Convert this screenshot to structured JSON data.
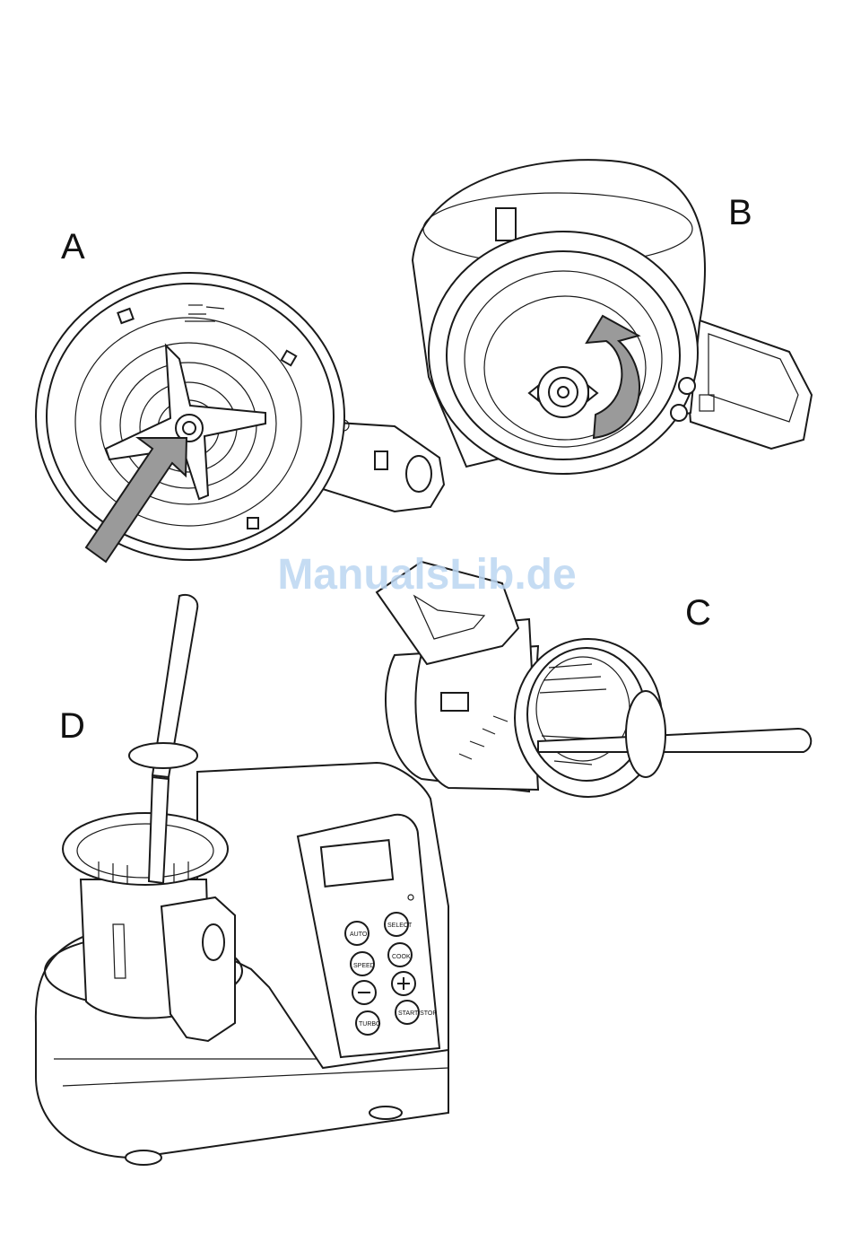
{
  "figures": {
    "a": {
      "label": "A"
    },
    "b": {
      "label": "B"
    },
    "c": {
      "label": "C"
    },
    "d": {
      "label": "D"
    }
  },
  "watermark": "ManualsLib.de",
  "control_panel": {
    "buttons": [
      "AUTO",
      "SELECT",
      "SPEED",
      "COOK",
      "TURBO",
      "START STOP"
    ]
  },
  "colors": {
    "arrow": "#9a9a9a",
    "line": "#1a1a1a",
    "watermark": "#bcd6f2"
  }
}
